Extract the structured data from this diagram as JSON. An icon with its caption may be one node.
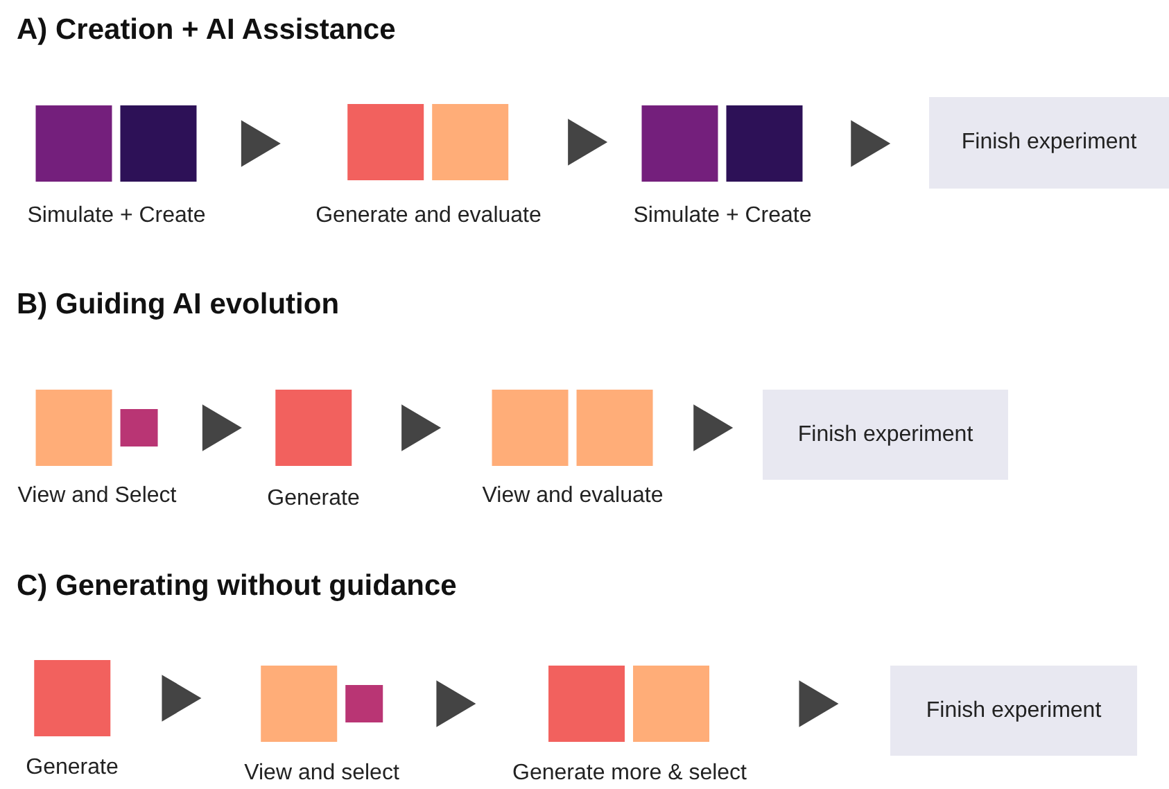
{
  "diagram": {
    "nodes": [
      {
        "text": [
          "Simulate + Create"
        ]
      },
      {
        "text": [],
        "shape": "box",
        "in": 0
      },
      {
        "text": [],
        "shape": "box",
        "in": 0
      },
      {
        "text": [
          "Generate and evaluate"
        ]
      },
      {
        "text": [],
        "shape": "box",
        "in": 3
      },
      {
        "text": [],
        "shape": "box",
        "in": 3
      },
      {
        "text": [
          "Simulate + Create"
        ]
      },
      {
        "text": [],
        "shape": "box",
        "in": 6
      },
      {
        "text": [],
        "shape": "box",
        "in": 6
      },
      {
        "text": [
          "Finish experiment"
        ]
      },
      {
        "text": [
          "View and Select"
        ]
      },
      {
        "text": [],
        "shape": "box",
        "in": 10
      },
      {
        "text": [],
        "shape": "box",
        "in": 10
      },
      {
        "text": [
          "Generate"
        ]
      },
      {
        "text": [],
        "shape": "box",
        "in": 13
      },
      {
        "text": [
          "View and evaluate"
        ]
      },
      {
        "text": [],
        "shape": "box",
        "in": 15
      },
      {
        "text": [],
        "shape": "box",
        "in": 15
      },
      {
        "text": [
          "Finish experiment"
        ]
      },
      {
        "text": [
          "Generate"
        ]
      },
      {
        "text": [],
        "shape": "box",
        "in": 19
      },
      {
        "text": [
          "View and select"
        ]
      },
      {
        "text": [],
        "shape": "box",
        "in": 21
      },
      {
        "text": [],
        "shape": "box",
        "in": 21
      },
      {
        "text": [
          "Generate more & select"
        ]
      },
      {
        "text": [],
        "shape": "box",
        "in": 24
      },
      {
        "text": [],
        "shape": "box",
        "in": 24
      },
      {
        "text": [
          "Finish experiment"
        ]
      }
    ],
    "edges": [
      {
        "from": 0,
        "to": 3,
        "arrow": "to"
      },
      {
        "from": 3,
        "to": 6,
        "arrow": "to"
      },
      {
        "from": 6,
        "to": 9,
        "arrow": "to"
      },
      {
        "from": 10,
        "to": 13,
        "arrow": "to"
      },
      {
        "from": 13,
        "to": 15,
        "arrow": "to"
      },
      {
        "from": 15,
        "to": 18,
        "arrow": "to"
      },
      {
        "from": 19,
        "to": 21,
        "arrow": "to"
      },
      {
        "from": 21,
        "to": 24,
        "arrow": "to"
      },
      {
        "from": 24,
        "to": 27,
        "arrow": "to"
      }
    ],
    "labels": [
      "A) Creation + AI Assistance",
      "B) Guiding AI evolution",
      "C) Generating without guidance"
    ]
  }
}
